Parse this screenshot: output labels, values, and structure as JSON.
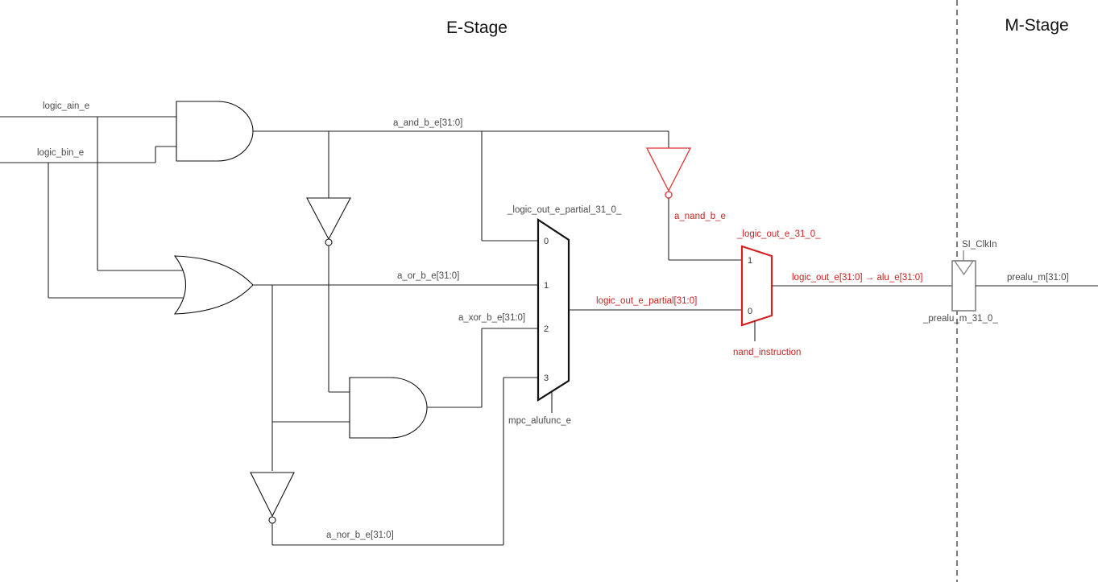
{
  "stages": {
    "e_stage": "E-Stage",
    "m_stage": "M-Stage"
  },
  "signals": {
    "logic_ain": "logic_ain_e",
    "logic_bin": "logic_bin_e",
    "and_out": "a_and_b_e[31:0]",
    "or_out": "a_or_b_e[31:0]",
    "xor_out": "a_xor_b_e[31:0]",
    "nor_out": "a_nor_b_e[31:0]",
    "mux1_name": "_logic_out_e_partial_31_0_",
    "mux1_out": "logic_out_e_partial[31:0]",
    "mux1_sel": "mpc_alufunc_e",
    "nand_out": "a_nand_b_e",
    "mux2_name": "_logic_out_e_31_0_",
    "mux2_out": "logic_out_e[31:0] → alu_e[31:0]",
    "mux2_sel": "nand_instruction",
    "ff_clk": "SI_ClkIn",
    "ff_name": "_prealu_m_31_0_",
    "ff_out": "prealu_m[31:0]"
  },
  "mux1_pins": [
    "0",
    "1",
    "2",
    "3"
  ],
  "mux2_pins": [
    "1",
    "0"
  ],
  "colors": {
    "highlight": "#e03030",
    "wire": "#222222",
    "register": "#808080"
  }
}
